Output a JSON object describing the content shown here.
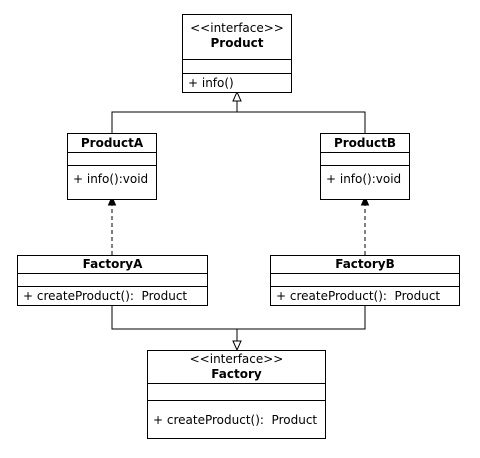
{
  "product": {
    "stereotype": "<<interface>>",
    "name": "Product",
    "method": "+ info()"
  },
  "productA": {
    "name": "ProductA",
    "method": "+ info():void"
  },
  "productB": {
    "name": "ProductB",
    "method": "+ info():void"
  },
  "factoryA": {
    "name": "FactoryA",
    "method": "+ createProduct():  Product"
  },
  "factoryB": {
    "name": "FactoryB",
    "method": "+ createProduct():  Product"
  },
  "factory": {
    "stereotype": "<<interface>>",
    "name": "Factory",
    "method": "+ createProduct():  Product"
  }
}
